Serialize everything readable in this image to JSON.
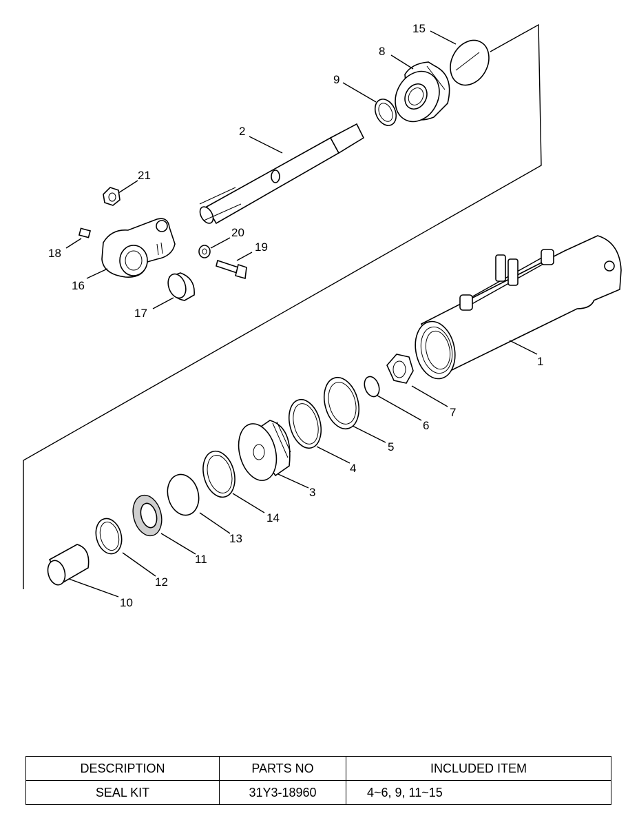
{
  "diagram": {
    "callouts": [
      "1",
      "2",
      "3",
      "4",
      "5",
      "6",
      "7",
      "8",
      "9",
      "10",
      "11",
      "12",
      "13",
      "14",
      "15",
      "16",
      "17",
      "18",
      "19",
      "20",
      "21"
    ]
  },
  "table": {
    "headers": [
      "DESCRIPTION",
      "PARTS NO",
      "INCLUDED ITEM"
    ],
    "rows": [
      {
        "description": "SEAL KIT",
        "parts_no": "31Y3-18960",
        "included": "4~6, 9, 11~15"
      }
    ]
  }
}
